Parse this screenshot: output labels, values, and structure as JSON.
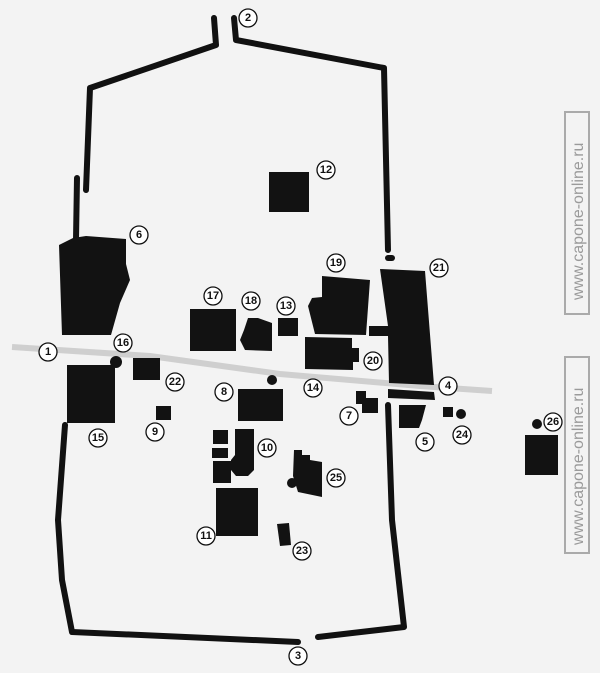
{
  "title": "Site plan",
  "labels": [
    "1",
    "2",
    "3",
    "4",
    "5",
    "6",
    "7",
    "8",
    "9",
    "10",
    "11",
    "12",
    "13",
    "14",
    "15",
    "16",
    "17",
    "18",
    "19",
    "20",
    "21",
    "22",
    "23",
    "24",
    "25",
    "26"
  ],
  "watermark": "www.capone-online.ru",
  "colors": {
    "building": "#121212",
    "road": "#cfcfcf",
    "background": "#f3f3f3"
  }
}
